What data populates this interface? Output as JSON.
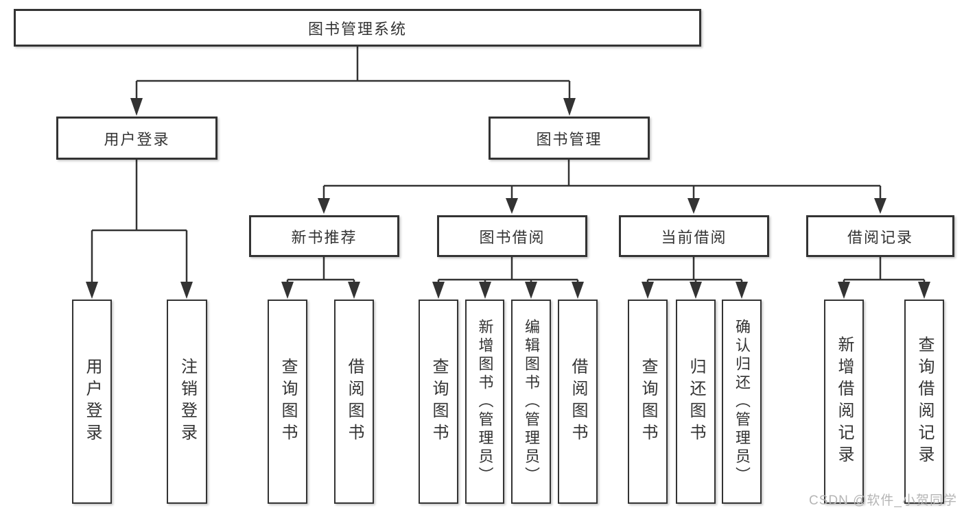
{
  "tree": {
    "root": {
      "label": "图书管理系统"
    },
    "branches": [
      {
        "label": "用户登录",
        "children": [
          {
            "label": "用户登录"
          },
          {
            "label": "注销登录"
          }
        ]
      },
      {
        "label": "图书管理",
        "children": [
          {
            "label": "新书推荐",
            "children": [
              {
                "label": "查询图书"
              },
              {
                "label": "借阅图书"
              }
            ]
          },
          {
            "label": "图书借阅",
            "children": [
              {
                "label": "查询图书"
              },
              {
                "label": "新增图书（管理员）"
              },
              {
                "label": "编辑图书（管理员）"
              },
              {
                "label": "借阅图书"
              }
            ]
          },
          {
            "label": "当前借阅",
            "children": [
              {
                "label": "查询图书"
              },
              {
                "label": "归还图书"
              },
              {
                "label": "确认归还（管理员）"
              }
            ]
          },
          {
            "label": "借阅记录",
            "children": [
              {
                "label": "新增借阅记录"
              },
              {
                "label": "查询借阅记录"
              }
            ]
          }
        ]
      }
    ]
  },
  "watermark": {
    "text": "CSDN @软件_小贺同学"
  },
  "colors": {
    "line": "#333333",
    "box_border": "#333333",
    "text": "#333333",
    "background": "#ffffff",
    "watermark": "#b5b5b5"
  }
}
